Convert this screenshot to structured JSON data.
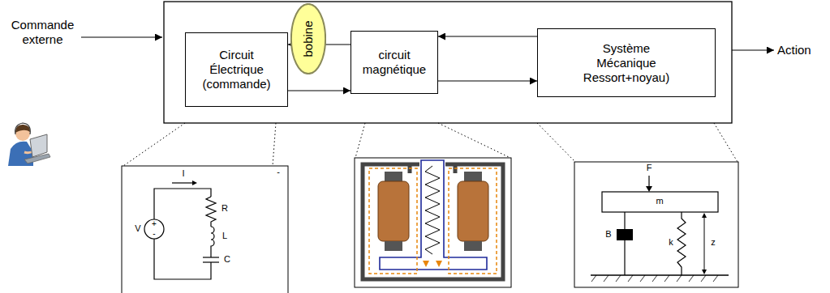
{
  "diagram": {
    "nodes": [
      {
        "text": [
          "Circuit Électrique (commande)"
        ]
      },
      {
        "text": [
          "bobine"
        ]
      },
      {
        "text": [
          "circuit magnétique"
        ]
      },
      {
        "text": [
          "Système Mécanique Ressort+noyau)"
        ]
      }
    ],
    "edges": [
      {
        "from": 2,
        "to": 0,
        "arrow": "to"
      },
      {
        "from": 0,
        "to": 2,
        "arrow": "to"
      },
      {
        "from": 3,
        "to": 2,
        "arrow": "to"
      },
      {
        "from": 2,
        "to": 3,
        "arrow": "to"
      }
    ],
    "labels": [
      "Commande externe",
      "Action",
      "I",
      "-",
      "R",
      "L",
      "C",
      "V",
      "+",
      "-",
      "F",
      "m",
      "B",
      "k",
      "z"
    ]
  }
}
